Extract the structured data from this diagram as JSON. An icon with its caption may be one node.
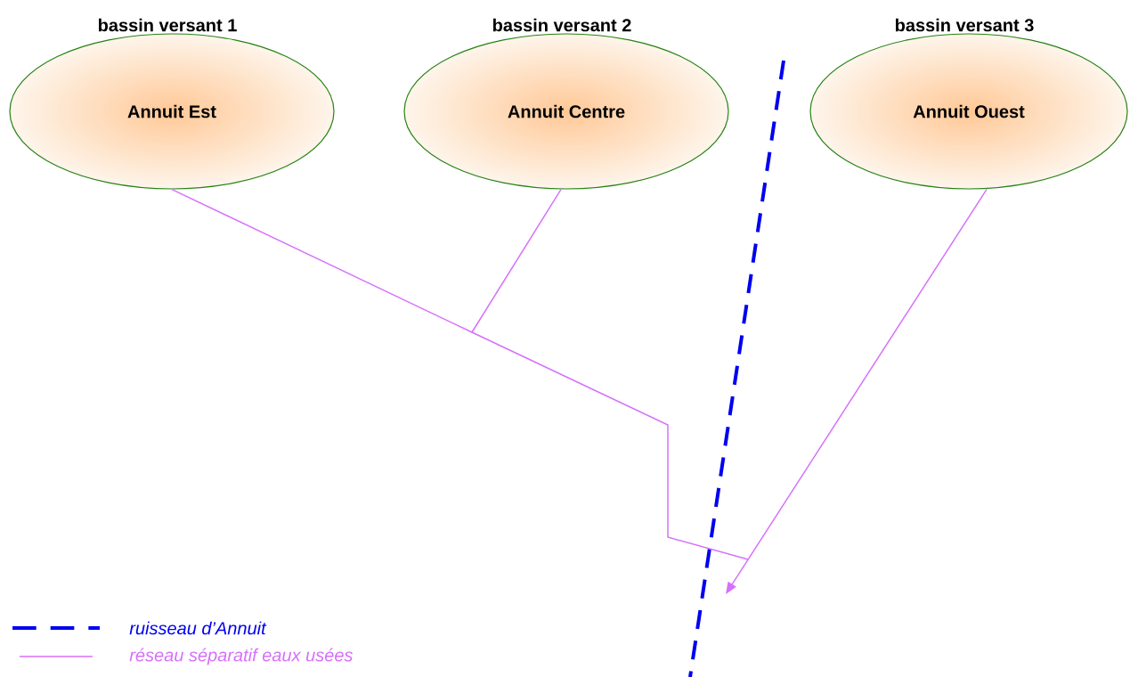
{
  "diagram": {
    "nodes": [
      {
        "text": [
          "bassin versant 1",
          "Annuit Est"
        ]
      },
      {
        "text": [
          "bassin versant 2",
          "Annuit Centre"
        ]
      },
      {
        "text": [
          "bassin versant 3",
          "Annuit Ouest"
        ]
      }
    ],
    "edges": [
      {
        "from": 0,
        "to": null,
        "arrow": "none"
      },
      {
        "from": 1,
        "to": null,
        "arrow": "none"
      },
      {
        "from": 2,
        "to": null,
        "arrow": "to"
      }
    ],
    "legend": [
      {
        "text": "ruisseau d’Annuit"
      },
      {
        "text": "réseau séparatif eaux usées"
      }
    ]
  }
}
